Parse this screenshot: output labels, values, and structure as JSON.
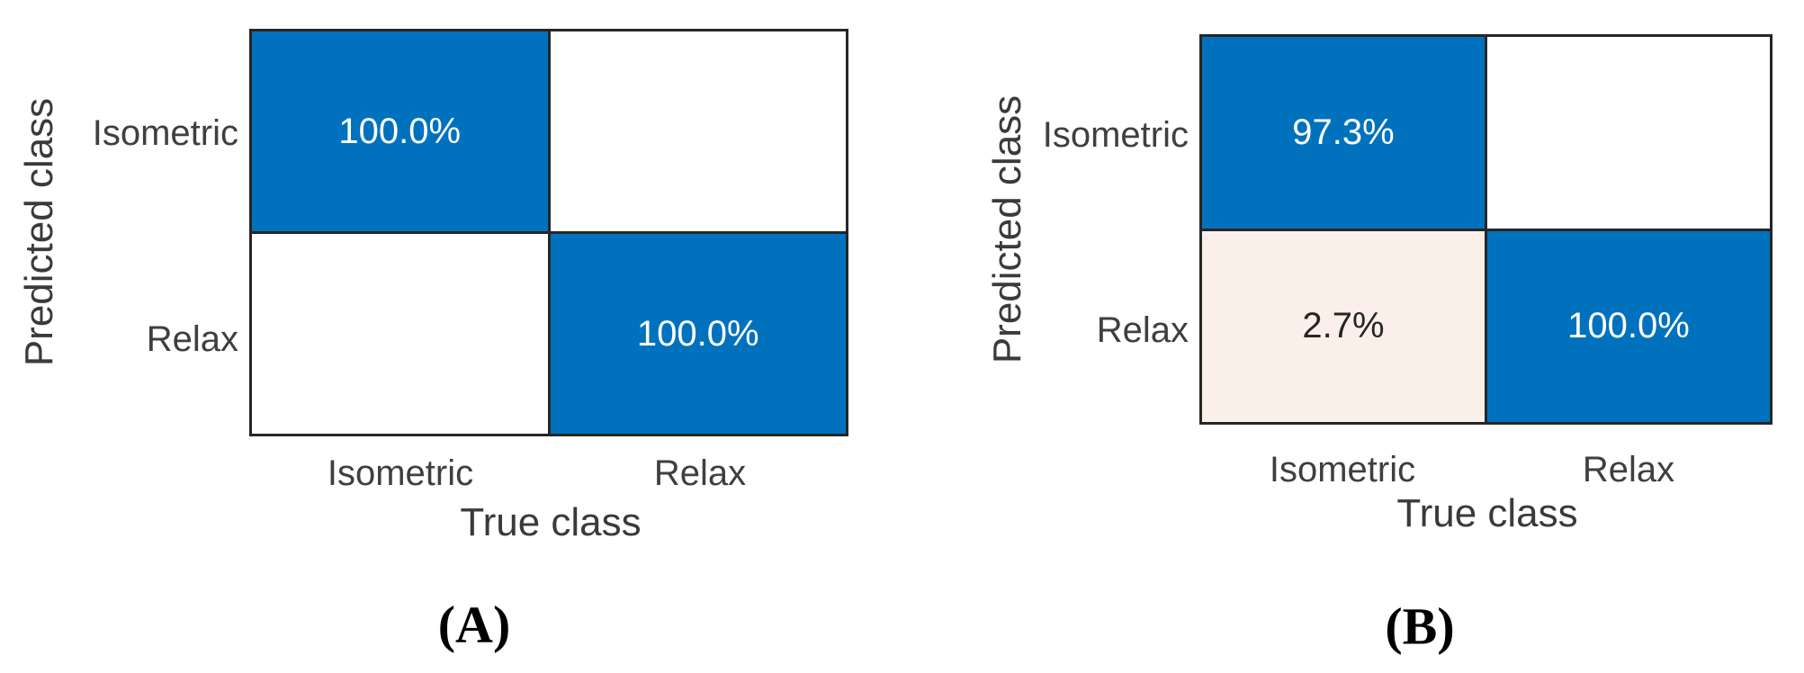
{
  "figure_type": "confusion-matrix-pair",
  "colors": {
    "diagonal_cell": "#0072BD",
    "off_diagonal_low_cell": "#FAF0E9",
    "empty_cell": "#FFFFFF",
    "grid_line": "#262626",
    "tick_text": "#3F3F3F",
    "cell_text_on_blue": "#FFFFFF",
    "cell_text_on_light": "#262626",
    "caption_text": "#000000"
  },
  "panels": [
    {
      "caption": "(A)",
      "xlabel": "True class",
      "ylabel": "Predicted class",
      "row_labels": [
        "Isometric",
        "Relax"
      ],
      "col_labels": [
        "Isometric",
        "Relax"
      ],
      "cells": [
        [
          {
            "value": "100.0%",
            "bg": "blue"
          },
          {
            "value": "",
            "bg": "white"
          }
        ],
        [
          {
            "value": "",
            "bg": "white"
          },
          {
            "value": "100.0%",
            "bg": "blue"
          }
        ]
      ]
    },
    {
      "caption": "(B)",
      "xlabel": "True class",
      "ylabel": "Predicted class",
      "row_labels": [
        "Isometric",
        "Relax"
      ],
      "col_labels": [
        "Isometric",
        "Relax"
      ],
      "cells": [
        [
          {
            "value": "97.3%",
            "bg": "blue"
          },
          {
            "value": "",
            "bg": "white"
          }
        ],
        [
          {
            "value": "2.7%",
            "bg": "light"
          },
          {
            "value": "100.0%",
            "bg": "blue"
          }
        ]
      ]
    }
  ],
  "chart_data": [
    {
      "type": "heatmap",
      "subtype": "confusion-matrix",
      "title": "(A)",
      "xlabel": "True class",
      "ylabel": "Predicted class",
      "x_categories": [
        "Isometric",
        "Relax"
      ],
      "y_categories": [
        "Isometric",
        "Relax"
      ],
      "values_percent": [
        [
          100.0,
          null
        ],
        [
          null,
          100.0
        ]
      ],
      "cell_colors": [
        [
          "#0072BD",
          "#FFFFFF"
        ],
        [
          "#FFFFFF",
          "#0072BD"
        ]
      ],
      "grid": true,
      "legend": "none"
    },
    {
      "type": "heatmap",
      "subtype": "confusion-matrix",
      "title": "(B)",
      "xlabel": "True class",
      "ylabel": "Predicted class",
      "x_categories": [
        "Isometric",
        "Relax"
      ],
      "y_categories": [
        "Isometric",
        "Relax"
      ],
      "values_percent": [
        [
          97.3,
          null
        ],
        [
          2.7,
          100.0
        ]
      ],
      "cell_colors": [
        [
          "#0072BD",
          "#FFFFFF"
        ],
        [
          "#FAF0E9",
          "#0072BD"
        ]
      ],
      "grid": true,
      "legend": "none"
    }
  ]
}
